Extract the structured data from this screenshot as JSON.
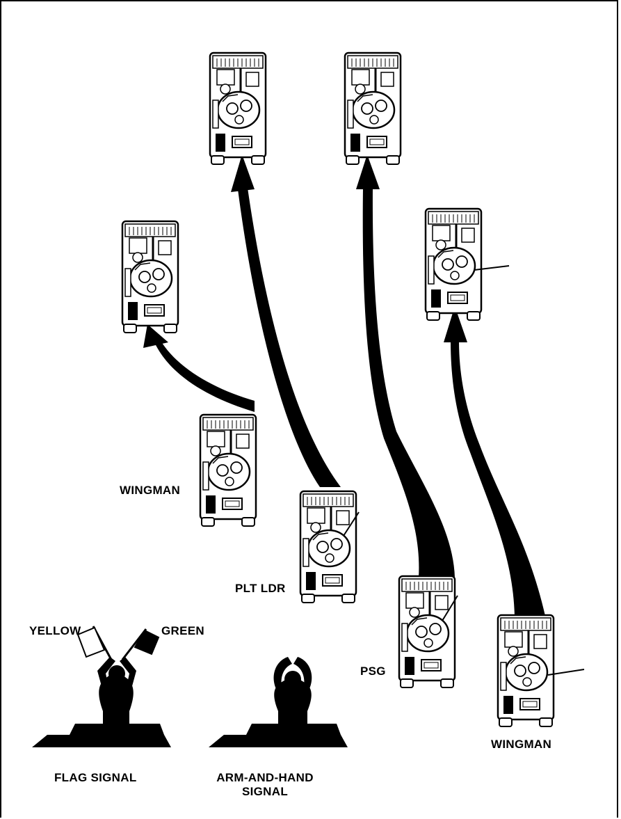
{
  "labels": {
    "wingman_left": "WINGMAN",
    "plt_ldr": "PLT LDR",
    "psg": "PSG",
    "wingman_right": "WINGMAN",
    "yellow": "YELLOW",
    "green": "GREEN",
    "flag_signal": "FLAG SIGNAL",
    "arm_hand_line1": "ARM-AND-HAND",
    "arm_hand_line2": "SIGNAL"
  },
  "colors": {
    "ink": "#000000",
    "paper": "#ffffff"
  }
}
